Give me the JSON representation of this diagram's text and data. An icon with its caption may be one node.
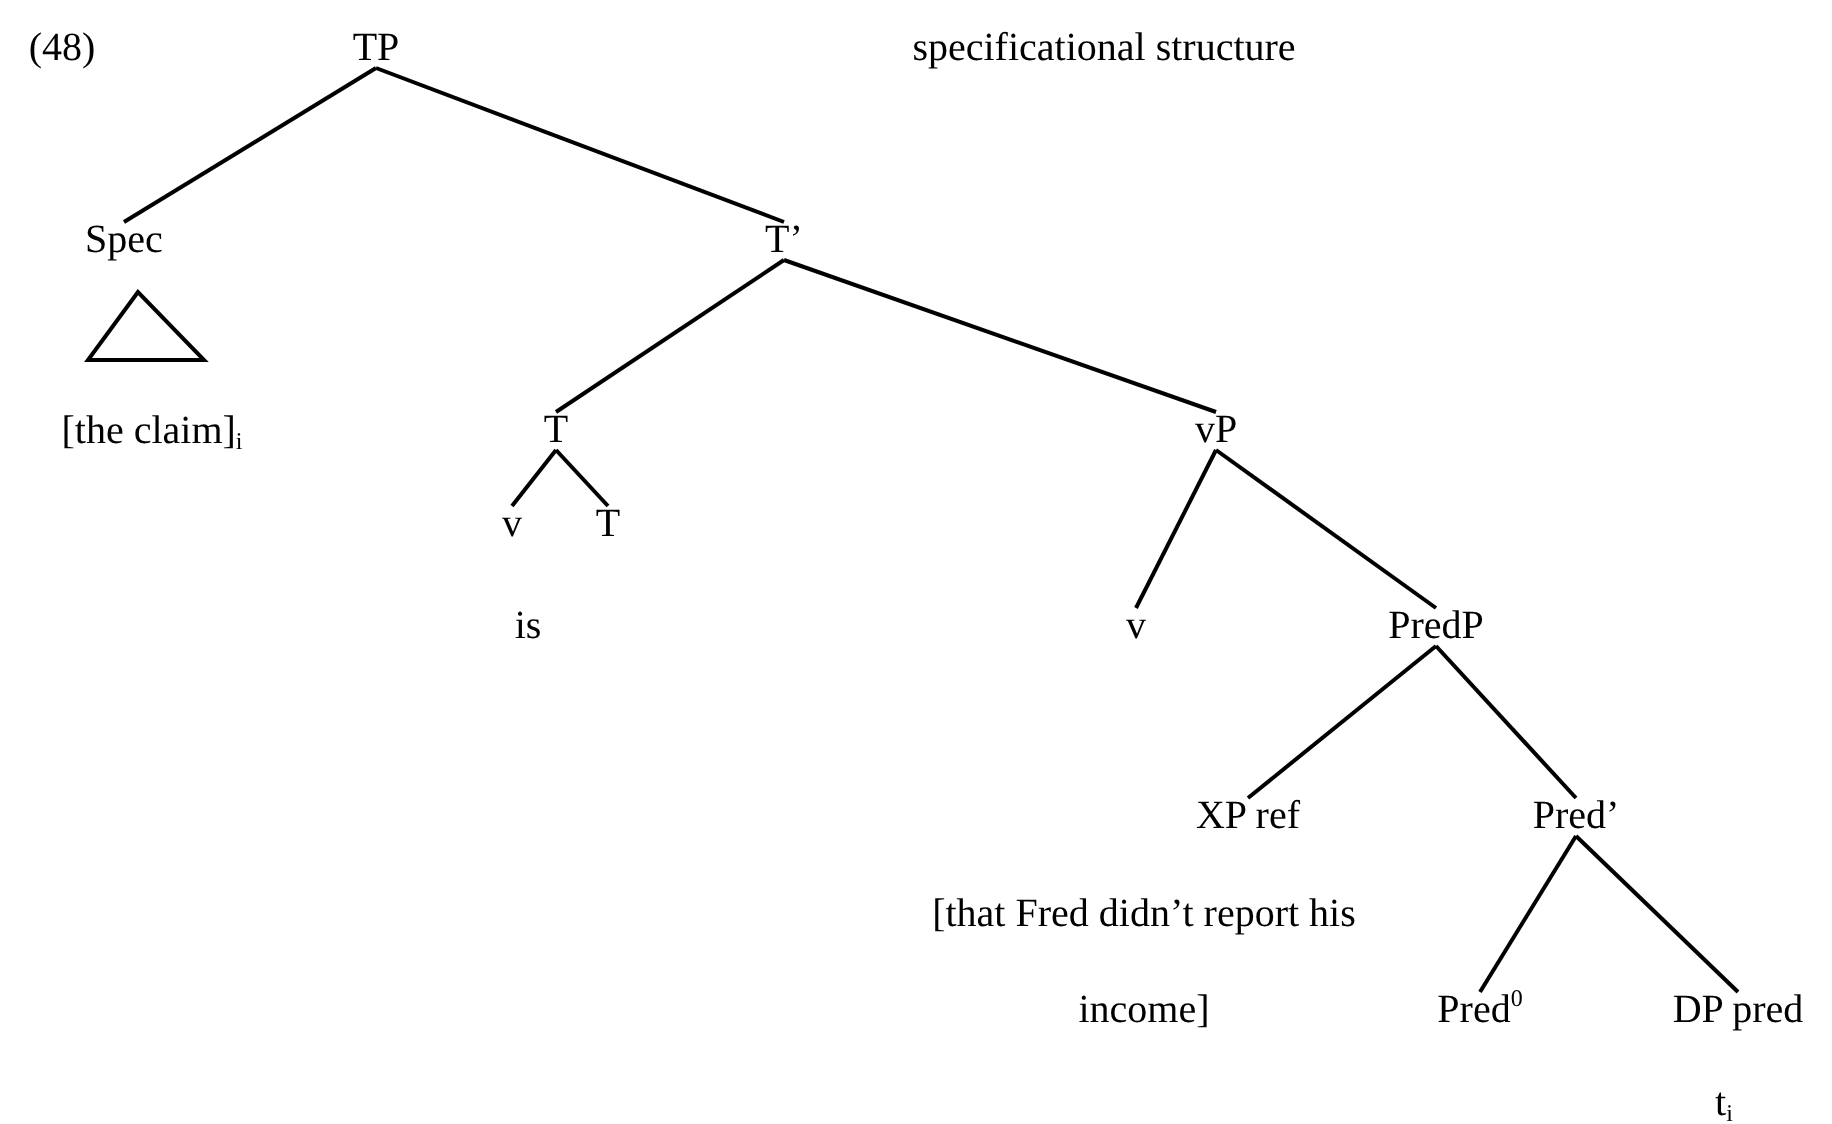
{
  "diagram": {
    "nodes": [
      {
        "text": [
          "TP"
        ]
      },
      {
        "text": [
          "Spec"
        ]
      },
      {
        "text": [
          "T’"
        ]
      },
      {
        "text": [
          "T"
        ]
      },
      {
        "text": [
          "vP"
        ]
      },
      {
        "text": [
          "v"
        ]
      },
      {
        "text": [
          "T"
        ]
      },
      {
        "text": [
          "v"
        ]
      },
      {
        "text": [
          "PredP"
        ]
      },
      {
        "text": [
          "XP ref"
        ]
      },
      {
        "text": [
          "Pred’"
        ]
      },
      {
        "text": [
          "Pred$^{0}$"
        ]
      },
      {
        "text": [
          "DP pred"
        ]
      }
    ],
    "edges": [
      {
        "from": 0,
        "to": 1,
        "arrow": "none"
      },
      {
        "from": 0,
        "to": 2,
        "arrow": "none"
      },
      {
        "from": 2,
        "to": 3,
        "arrow": "none"
      },
      {
        "from": 2,
        "to": 4,
        "arrow": "none"
      },
      {
        "from": 3,
        "to": 5,
        "arrow": "none"
      },
      {
        "from": 3,
        "to": 6,
        "arrow": "none"
      },
      {
        "from": 4,
        "to": 7,
        "arrow": "none"
      },
      {
        "from": 4,
        "to": 8,
        "arrow": "none"
      },
      {
        "from": 8,
        "to": 9,
        "arrow": "none"
      },
      {
        "from": 8,
        "to": 10,
        "arrow": "none"
      },
      {
        "from": 10,
        "to": 11,
        "arrow": "none"
      },
      {
        "from": 10,
        "to": 12,
        "arrow": "none"
      }
    ],
    "labels": [
      "(48)",
      "specificational structure",
      "[the claim]$_{i}$",
      "is",
      "[that Fred didn’t report his income]",
      "t$_{i}$"
    ]
  }
}
